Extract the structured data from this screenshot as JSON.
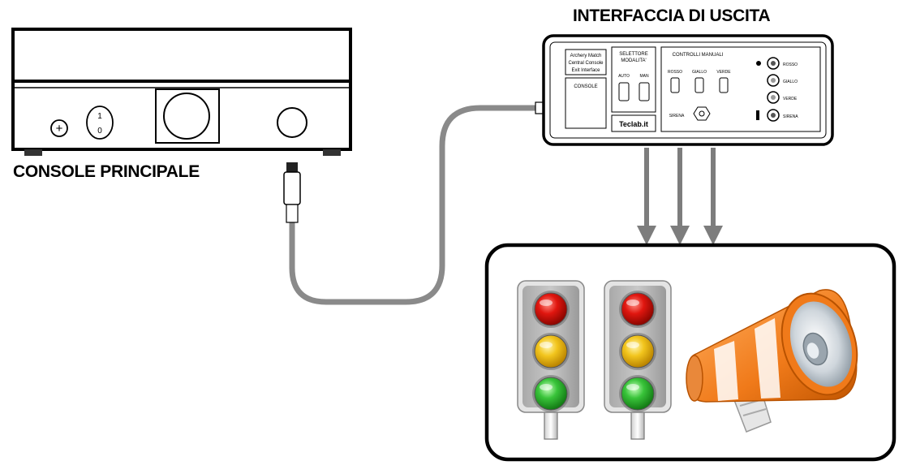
{
  "labels": {
    "console": "CONSOLE PRINCIPALE",
    "interface": "INTERFACCIA DI USCITA"
  },
  "console_device": {
    "switch_on": "1",
    "switch_off": "0",
    "plus_symbol": "+"
  },
  "interface_panel": {
    "title_block": [
      "Archery Match",
      "Central Console",
      "Exit Interface"
    ],
    "console_port": "CONSOLE",
    "mode_selector_title": [
      "SELETTORE",
      "MODALITA'"
    ],
    "mode_auto": "AUTO",
    "mode_man": "MAN",
    "manual_controls_title": "CONTROLLI MANUALI",
    "light_controls": [
      "ROSSO",
      "GIALLO",
      "VERDE"
    ],
    "siren_control": "SIRENA",
    "indicators": [
      "ROSSO",
      "GIALLO",
      "VERDE",
      "SIRENA"
    ],
    "brand": "Teclab.it"
  },
  "outputs": {
    "traffic_lights": [
      {
        "lamps": [
          "red",
          "yellow",
          "green"
        ]
      },
      {
        "lamps": [
          "red",
          "yellow",
          "green"
        ]
      }
    ],
    "horn": "megaphone"
  },
  "colors": {
    "red": "#d8120f",
    "yellow": "#f0c419",
    "green": "#35c236",
    "arrow": "#7d7d7d",
    "cable": "#8a8a8a",
    "horn_orange": "#f07a1a"
  }
}
